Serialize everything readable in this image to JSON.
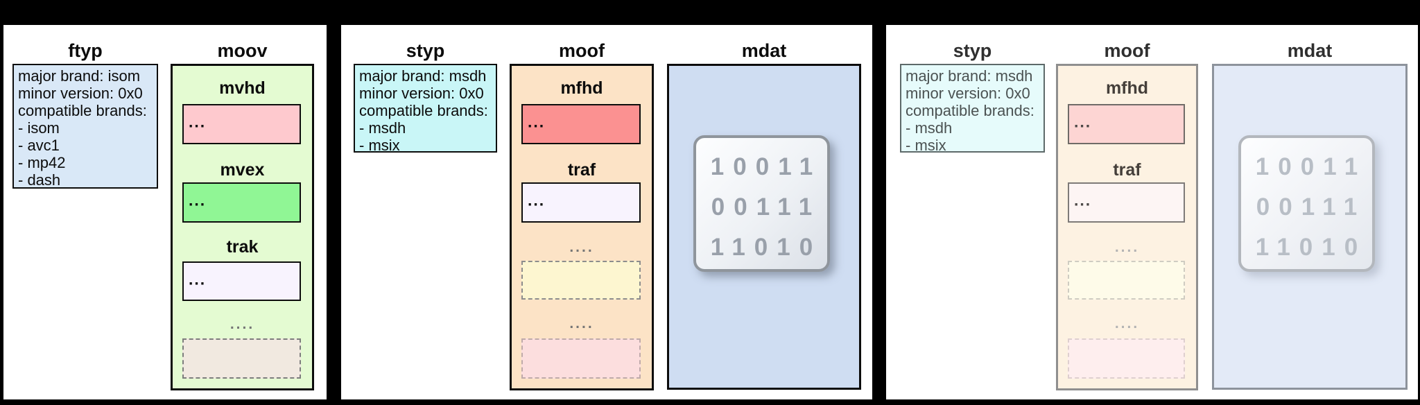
{
  "palette": {
    "background": "#000000",
    "panel": "#ffffff",
    "ftyp_info_fill": "#d9e8f7",
    "styp_info_fill": "#c9f6f7",
    "moov_fill": "#e4fbd2",
    "moof_fill": "#fce3c6",
    "mdat_fill": "#cfddf2",
    "mvhd_fill": "#fec9ce",
    "mfhd_fill": "#fb9191",
    "mvex_fill": "#90f695",
    "trak_traf_fill": "#f8f3fe",
    "beige_dashed_fill": "#f1e9e0",
    "yellow_dashed_fill": "#fdf6d0",
    "pink_dashed_fill": "#fcdede",
    "binary_digit_color": "#99a0aa",
    "faded_styp_fill": "#e6fbfb",
    "faded_moof_fill": "#fdf2e2",
    "faded_mdat_fill": "#e3eaf7",
    "faded_mfhd_fill": "#fdd5d3"
  },
  "panels": [
    {
      "sections": [
        {
          "kind": "info",
          "title": "ftyp",
          "lines": [
            "major brand: isom",
            "minor version: 0x0",
            "compatible brands:",
            "- isom",
            "- avc1",
            "- mp42",
            "- dash"
          ]
        },
        {
          "kind": "container",
          "title": "moov",
          "items": [
            {
              "type": "labeled-box",
              "label": "mvhd",
              "content": "..."
            },
            {
              "type": "labeled-box",
              "label": "mvex",
              "content": "..."
            },
            {
              "type": "labeled-box",
              "label": "trak",
              "content": "..."
            },
            {
              "type": "more-placeholder",
              "separator": "...."
            }
          ]
        }
      ]
    },
    {
      "sections": [
        {
          "kind": "info",
          "title": "styp",
          "lines": [
            "major brand: msdh",
            "minor version: 0x0",
            "compatible brands:",
            "- msdh",
            "- msix"
          ]
        },
        {
          "kind": "container",
          "title": "moof",
          "items": [
            {
              "type": "labeled-box",
              "label": "mfhd",
              "content": "..."
            },
            {
              "type": "labeled-box",
              "label": "traf",
              "content": "..."
            },
            {
              "type": "more-placeholder",
              "separator": "...."
            },
            {
              "type": "more-placeholder",
              "separator": "...."
            }
          ]
        },
        {
          "kind": "mdat",
          "title": "mdat",
          "binary_rows": [
            "10011",
            "00111",
            "11010"
          ]
        }
      ]
    },
    {
      "sections": [
        {
          "kind": "info",
          "title": "styp",
          "lines": [
            "major brand: msdh",
            "minor version: 0x0",
            "compatible brands:",
            "- msdh",
            "- msix"
          ]
        },
        {
          "kind": "container",
          "title": "moof",
          "items": [
            {
              "type": "labeled-box",
              "label": "mfhd",
              "content": "..."
            },
            {
              "type": "labeled-box",
              "label": "traf",
              "content": "..."
            },
            {
              "type": "more-placeholder",
              "separator": "...."
            },
            {
              "type": "more-placeholder",
              "separator": "...."
            }
          ]
        },
        {
          "kind": "mdat",
          "title": "mdat",
          "binary_rows": [
            "10011",
            "00111",
            "11010"
          ]
        }
      ]
    }
  ]
}
